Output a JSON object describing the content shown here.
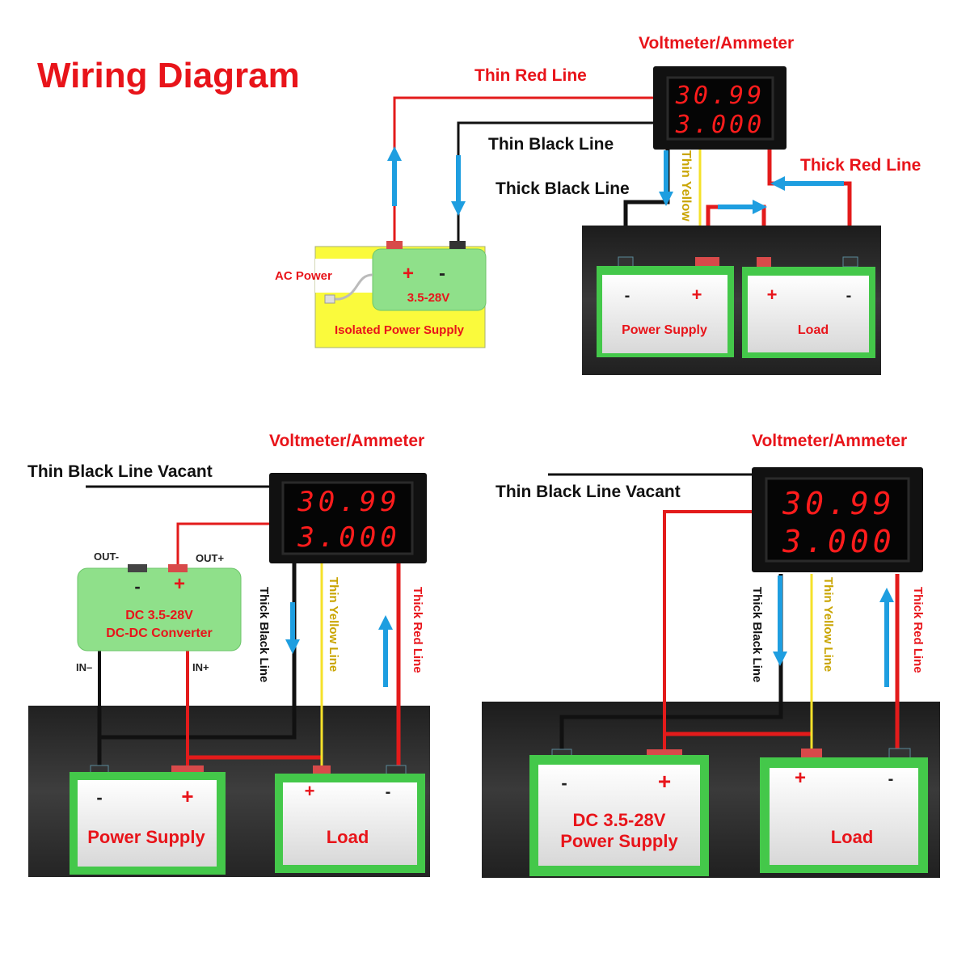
{
  "title": "Wiring Diagram",
  "colors": {
    "label_red": "#e8141a",
    "wire_red": "#e31b1b",
    "wire_black": "#111111",
    "wire_yellow": "#f5e12a",
    "arrow_blue": "#1e9ee0",
    "panel_dark": "#2b2b2b",
    "box_green": "#44c84a",
    "converter_green": "#8fe08a",
    "isolated_yellow": "#fafa3c"
  },
  "meter": {
    "label": "Voltmeter/Ammeter",
    "voltage_reading": "30.99",
    "current_reading": "3.000"
  },
  "diagram_top": {
    "thin_red_line": "Thin Red Line",
    "thin_black_line": "Thin Black Line",
    "thick_black_line": "Thick Black Line",
    "thin_yellow_line": "Thin Yellow Line",
    "thick_red_line": "Thick Red Line",
    "ac_power": "AC Power",
    "isolated_supply": {
      "plus": "+",
      "minus": "-",
      "voltage": "3.5-28V",
      "label": "Isolated Power Supply"
    },
    "power_supply": {
      "minus": "-",
      "plus": "+",
      "label": "Power Supply"
    },
    "load": {
      "plus": "+",
      "minus": "-",
      "label": "Load"
    }
  },
  "diagram_bottom_left": {
    "meter_label": "Voltmeter/Ammeter",
    "thin_black_vacant": "Thin Black Line Vacant",
    "converter": {
      "out_minus": "OUT-",
      "out_plus": "OUT+",
      "minus": "-",
      "plus": "+",
      "line1": "DC 3.5-28V",
      "line2": "DC-DC Converter",
      "in_minus": "IN–",
      "in_plus": "IN+"
    },
    "thick_black_line": "Thick Black Line",
    "thin_yellow_line": "Thin Yellow Line",
    "thick_red_line": "Thick Red Line",
    "power_supply": {
      "minus": "-",
      "plus": "+",
      "label": "Power Supply"
    },
    "load": {
      "plus": "+",
      "minus": "-",
      "label": "Load"
    }
  },
  "diagram_bottom_right": {
    "meter_label": "Voltmeter/Ammeter",
    "thin_black_vacant": "Thin Black Line Vacant",
    "thick_black_line": "Thick Black Line",
    "thin_yellow_line": "Thin Yellow Line",
    "thick_red_line": "Thick Red Line",
    "power_supply": {
      "minus": "-",
      "plus": "+",
      "line1": "DC 3.5-28V",
      "line2": "Power Supply"
    },
    "load": {
      "plus": "+",
      "minus": "-",
      "label": "Load"
    }
  }
}
